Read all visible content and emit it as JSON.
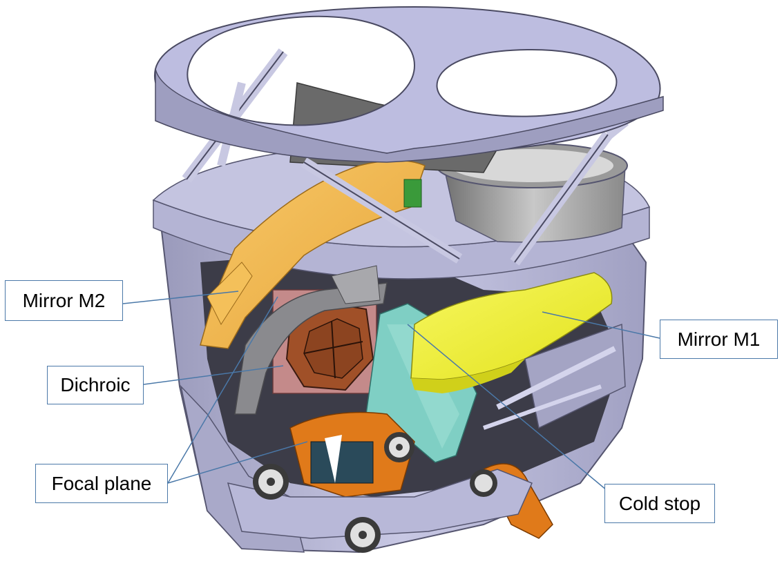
{
  "labels": {
    "mirror_m2": "Mirror M2",
    "mirror_m1": "Mirror M1",
    "dichroic": "Dichroic",
    "focal_plane": "Focal plane",
    "cold_stop": "Cold stop"
  },
  "colors": {
    "structure": "#b9b9d9",
    "structure_dark": "#7d7d9d",
    "mirror_m2": "#f2b84a",
    "mirror_m1": "#f0f02a",
    "cold_stop": "#7fcfc4",
    "focal_plane": "#b86b3a",
    "harness": "#e07a1a",
    "leader_line": "#4a78a8"
  }
}
